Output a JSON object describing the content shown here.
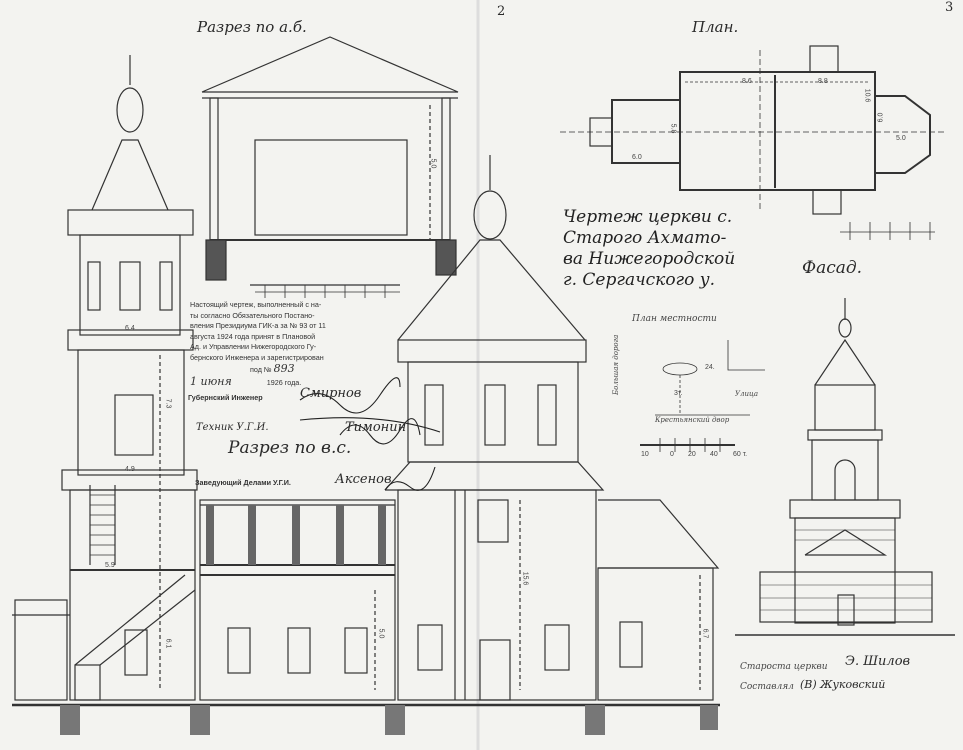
{
  "page_numbers": [
    "2",
    "3"
  ],
  "headings": {
    "section_ab": "Разрез по а.б.",
    "plan": "План.",
    "facade": "Фасад.",
    "section_bc": "Разрез по в.с."
  },
  "title_block": [
    "Чертеж церкви с.",
    "Старого Ахмато-",
    "ва Нижегородской",
    "г. Сергачского у."
  ],
  "stamp": {
    "lines": [
      "Настоящий чертеж, выполненный с на-",
      "ты согласно Обязательного Постано-",
      "вления Президиума ГИК-а за № 93 от 11",
      "августа 1924 года принят в Плановой",
      "Ад. и Управлении Нижегородского Гу-",
      "бернского Инженера и зарегистрирован"
    ],
    "reg_label": "под №",
    "reg_number": "893",
    "date": "1 июня",
    "year": "1926",
    "year_suffix": "года.",
    "engineer_label": "Губернский Инженер",
    "engineer_signature": "Смирнов",
    "technician_label": "Техник У.Г.И.",
    "technician_signature": "Тимонин",
    "manager_label": "Заведующий Делами У.Г.И.",
    "manager_signature": "Аксенов"
  },
  "site_plan": {
    "title": "План местности",
    "road_label": "Улица",
    "yard_label": "Крестьянский двор",
    "side_label": "Большая дорога",
    "distance_east": "24.",
    "distance_south": "3т.",
    "scale_labels": [
      "10",
      "0",
      "20",
      "40",
      "60 т."
    ]
  },
  "dimensions": {
    "plan": [
      "8.6",
      "8.8",
      "5.8",
      "6.0",
      "10.6",
      "6.0",
      "5.0"
    ],
    "section_ab_height": "5.0",
    "tower": [
      "6.4",
      "4.9",
      "5.9",
      "7.3",
      "6.1"
    ],
    "nave": [
      "5.0",
      "15.6",
      "6.7"
    ]
  },
  "signatures": {
    "warden_label": "Староста церкви",
    "warden_signature": "Э. Шилов",
    "author_label": "Составлял",
    "author_signature": "(В) Жуковский"
  }
}
